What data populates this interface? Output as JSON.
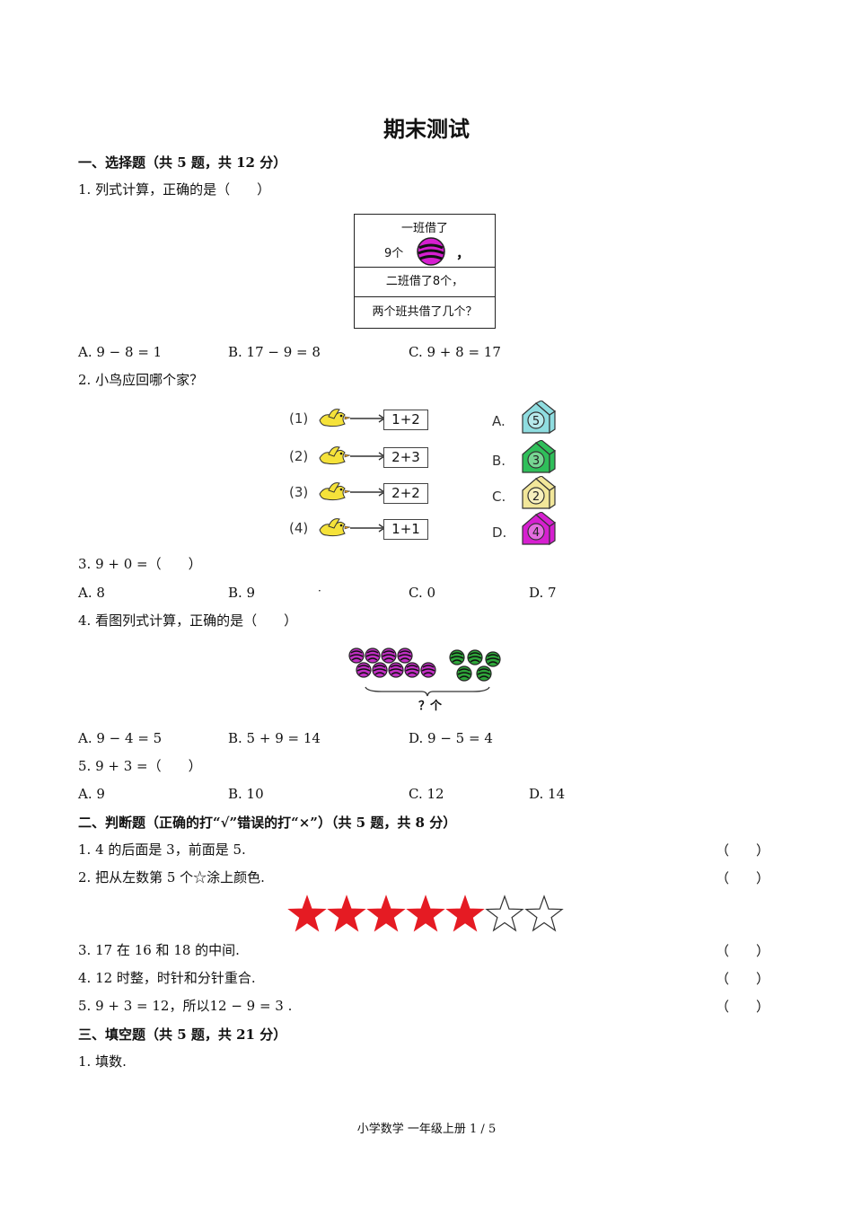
{
  "title": "期末测试",
  "section1": {
    "heading": "一、选择题（共 5 题，共 12 分）",
    "q1": {
      "stem": "1. 列式计算，正确的是（　　）",
      "box_line1": "一班借了",
      "box_line2_prefix": "9个",
      "box_line2_suffix": "，",
      "box_line3": "二班借了8个，",
      "box_line4": "两个班共借了几个？",
      "options": [
        "A. 9 − 8 = 1",
        "B. 17 − 9 = 8",
        "C. 9 + 8 = 17"
      ]
    },
    "q2": {
      "stem": "2. 小鸟应回哪个家？",
      "birds": [
        {
          "label": "(1)",
          "expr": "1+2"
        },
        {
          "label": "(2)",
          "expr": "2+3"
        },
        {
          "label": "(3)",
          "expr": "2+2"
        },
        {
          "label": "(4)",
          "expr": "1+1"
        }
      ],
      "houses": [
        {
          "label": "A.",
          "num": "5",
          "color": "#8fdde0"
        },
        {
          "label": "B.",
          "num": "3",
          "color": "#2fbf5a"
        },
        {
          "label": "C.",
          "num": "2",
          "color": "#f2e79a"
        },
        {
          "label": "D.",
          "num": "4",
          "color": "#d61fd0"
        }
      ]
    },
    "q3": {
      "stem": "3. 9 + 0 =（　　）",
      "options": [
        "A. 8",
        "B. 9",
        "C. 0",
        "D. 7"
      ],
      "dot": "·"
    },
    "q4": {
      "stem": "4. 看图列式计算，正确的是（　　）",
      "brace_label": "？个",
      "options": [
        "A. 9 − 4 = 5",
        "B. 5 + 9 = 14",
        "D. 9 − 5 = 4"
      ]
    },
    "q5": {
      "stem": "5. 9 + 3 =（　　）",
      "options": [
        "A. 9",
        "B. 10",
        "C. 12",
        "D.  14"
      ]
    }
  },
  "section2": {
    "heading": "二、判断题（正确的打“√”错误的打“×”）（共 5 题，共 8 分）",
    "paren": "（　　）",
    "items": [
      "1. 4 的后面是 3，前面是 5.",
      "2. 把从左数第 5 个☆涂上颜色.",
      "3. 17 在 16 和 18 的中间.",
      "4. 12 时整，时针和分针重合.",
      "5. 9 + 3 = 12，所以12 − 9 = 3 ."
    ],
    "stars_filled": 5,
    "stars_total": 7,
    "star_color": "#e51b23"
  },
  "section3": {
    "heading": "三、填空题（共 5 题，共 21 分）",
    "q1": "1. 填数."
  },
  "footer": "小学数学  一年级上册  1 / 5"
}
